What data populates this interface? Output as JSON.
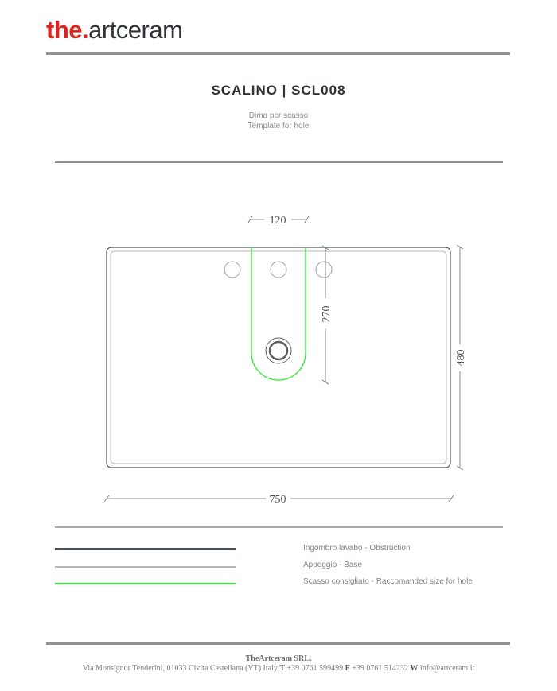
{
  "brand": {
    "part1": "the.",
    "part2": "artceram"
  },
  "header": {
    "title": "SCALINO | SCL008",
    "subtitle_it": "Dima per scasso",
    "subtitle_en": "Template for hole"
  },
  "dimensions": {
    "hole_width": "120",
    "hole_depth": "270",
    "basin_depth": "480",
    "basin_width": "750"
  },
  "legend": [
    {
      "label": "Ingombro lavabo - Obstruction",
      "color": "#4a4f55"
    },
    {
      "label": "Appoggio - Base",
      "color": "#b4b8bc"
    },
    {
      "label": "Scasso consigliato - Raccomanded size for hole",
      "color": "#2ee82e"
    }
  ],
  "footer": {
    "company": "TheArtceram SRL.",
    "address": "Via Monsignor Tenderini, 01033 Civita Castellana (VT) Italy",
    "tel_label": "T",
    "tel": "+39 0761 599499",
    "fax_label": "F",
    "fax": "+39 0761 514232",
    "web_label": "W",
    "web": "info@artceram.it"
  }
}
